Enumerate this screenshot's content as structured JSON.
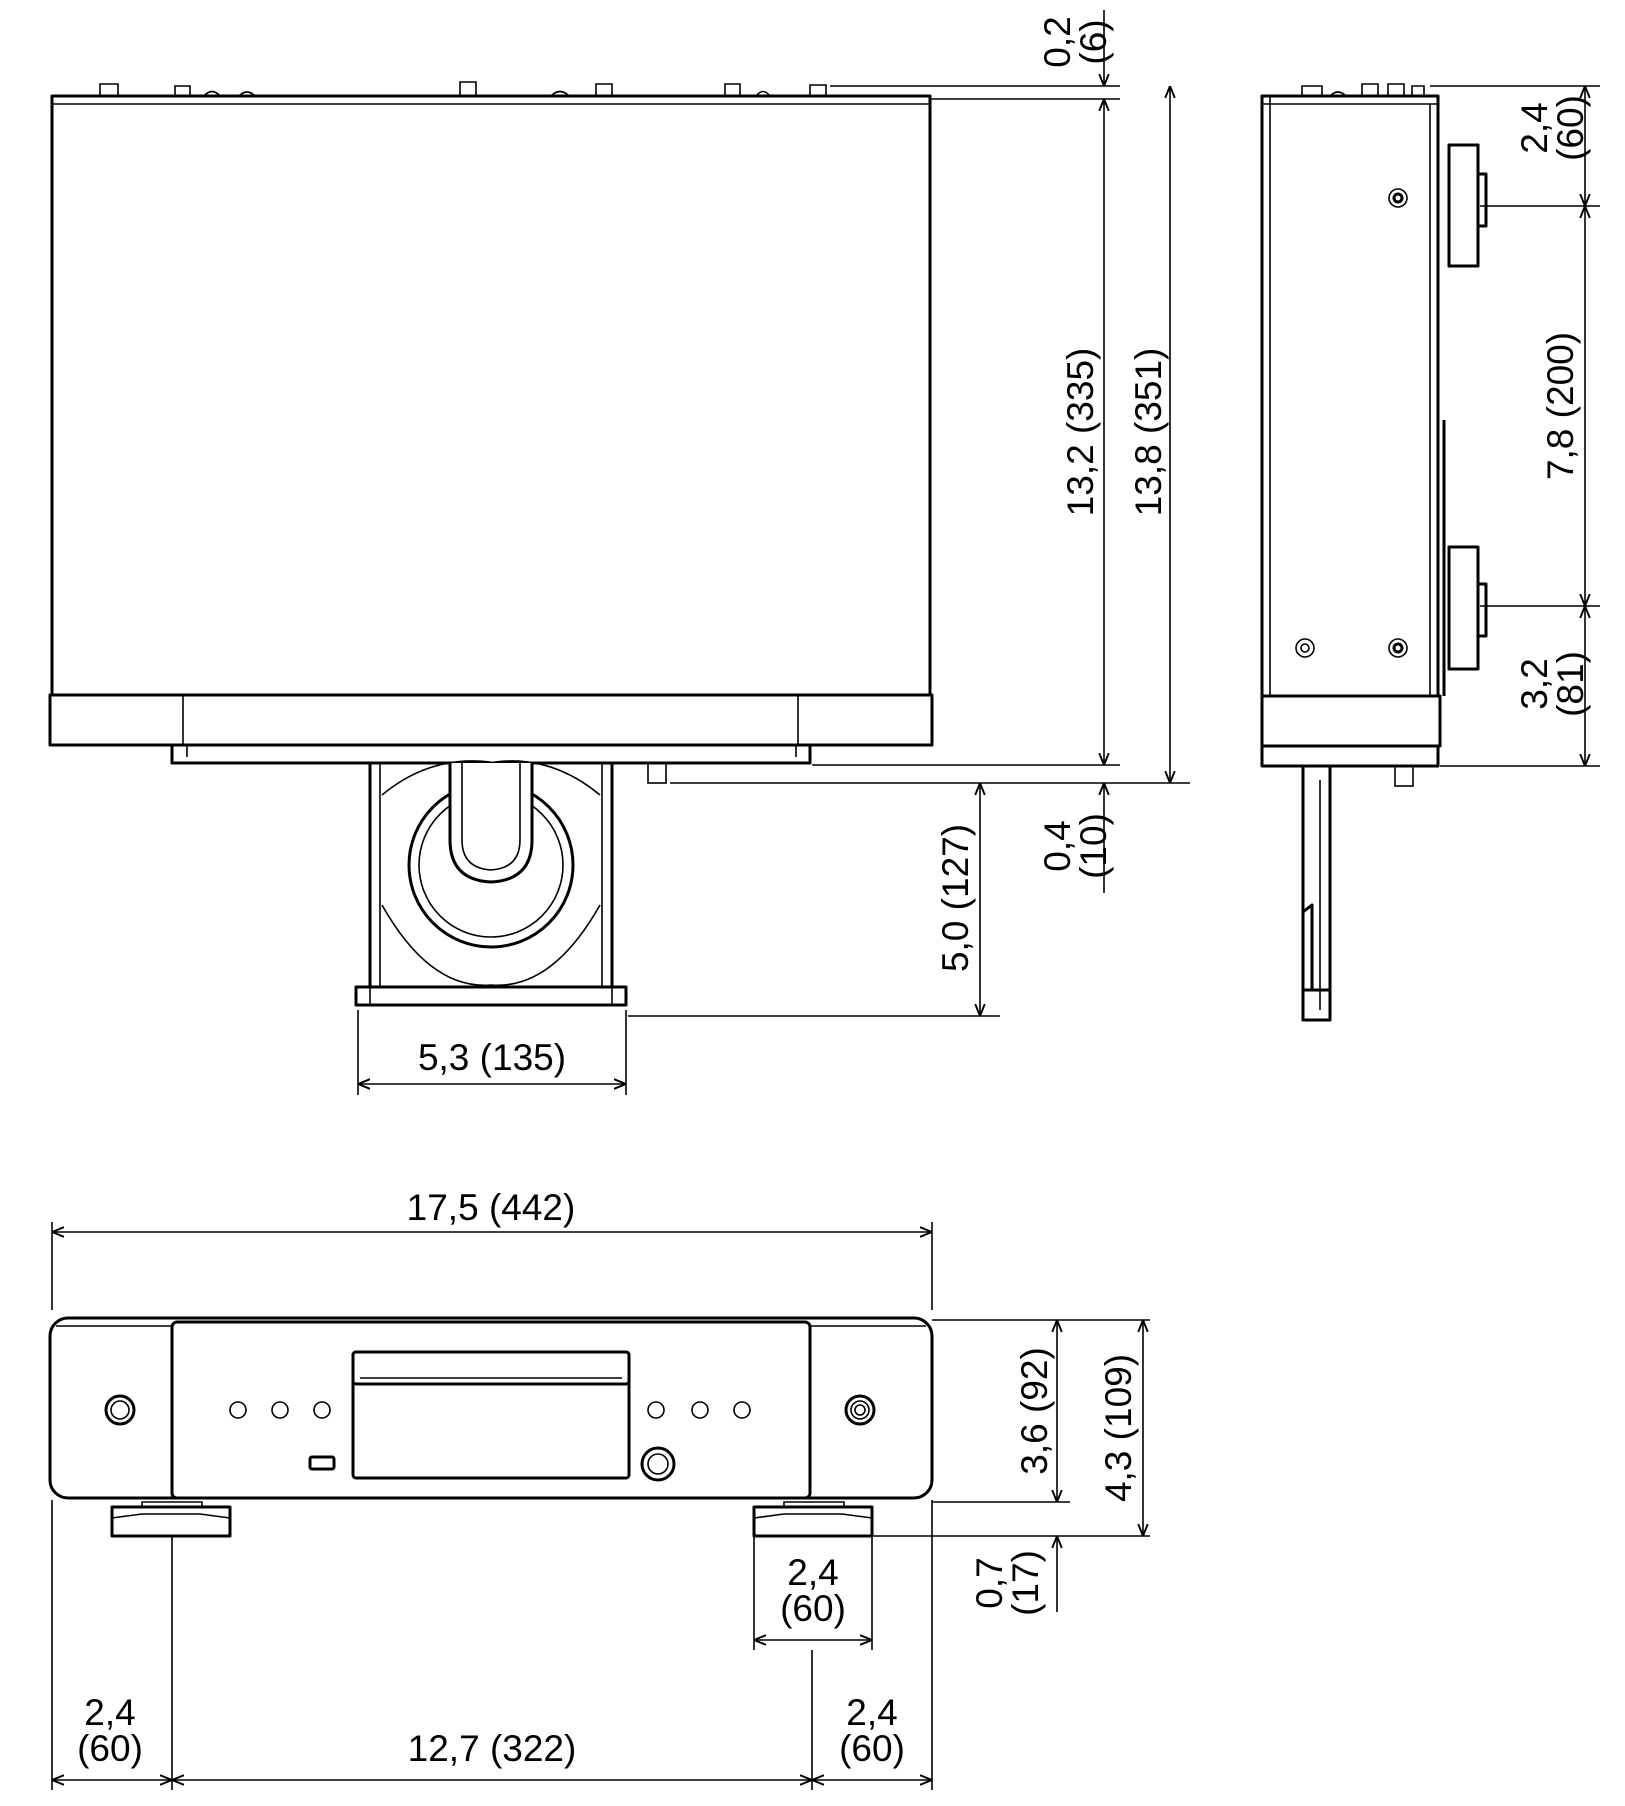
{
  "colors": {
    "line": "#000000",
    "background": "#ffffff"
  },
  "top_view": {
    "dims": {
      "offset_top": [
        "0,2",
        "(6)"
      ],
      "depth_body": "13,2 (335)",
      "depth_total": "13,8 (351)",
      "offset_front": [
        "0,4",
        "(10)"
      ],
      "tray_depth": "5,0 (127)",
      "tray_width": "5,3 (135)"
    }
  },
  "side_view": {
    "dims": {
      "foot_rear": [
        "2,4",
        "(60)"
      ],
      "foot_span": "7,8 (200)",
      "foot_front": [
        "3,2",
        "(81)"
      ]
    }
  },
  "front_view": {
    "dims": {
      "width_total": "17,5 (442)",
      "height_body": "3,6 (92)",
      "height_total": "4,3 (109)",
      "foot_height": [
        "0,7",
        "(17)"
      ],
      "foot_width": [
        "2,4",
        "(60)"
      ],
      "left_margin": [
        "2,4",
        "(60)"
      ],
      "foot_spacing": "12,7 (322)",
      "right_margin": [
        "2,4",
        "(60)"
      ]
    }
  }
}
